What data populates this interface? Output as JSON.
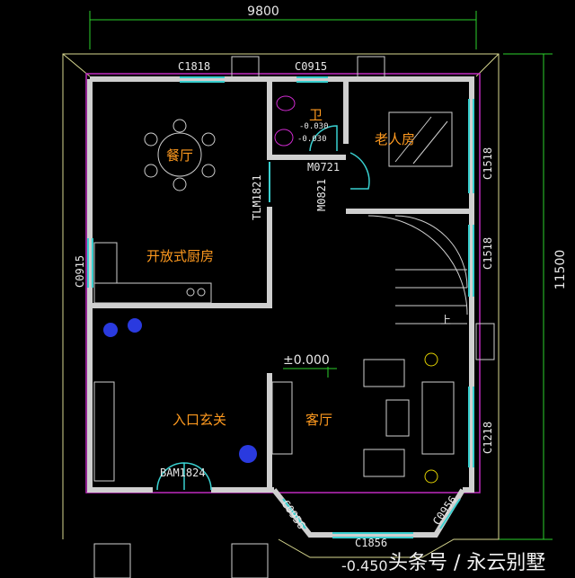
{
  "dimensions": {
    "width_label": "9800",
    "height_label": "11500"
  },
  "windows": {
    "c1818": "C1818",
    "c0915_top": "C0915",
    "c0915_left": "C0915",
    "c1518_upper": "C1518",
    "c1518_lower": "C1518",
    "c1218": "C1218",
    "c0956_left": "C0956",
    "c0956_right": "C0956",
    "c1856": "C1856"
  },
  "doors": {
    "m0721": "M0721",
    "m0821": "M0821",
    "tlm1821": "TLM1821",
    "bam1824": "BAM1824"
  },
  "rooms": {
    "dining": "餐厅",
    "kitchen": "开放式厨房",
    "bathroom": "卫",
    "elder_room": "老人房",
    "entrance": "入口玄关",
    "living": "客厅"
  },
  "levels": {
    "bath_a": "-0.030",
    "bath_b": "-0.030",
    "floor": "±0.000",
    "outside": "-0.450"
  },
  "stair_label": "上",
  "watermark": "头条号 / 永云别墅",
  "colors": {
    "wall": "#cfcfcf",
    "window": "#39d0d0",
    "room_text": "#ff9a1f",
    "exterior": "#d8d890",
    "dim_line": "#2bd12b",
    "fixture": "#d02ad0"
  }
}
